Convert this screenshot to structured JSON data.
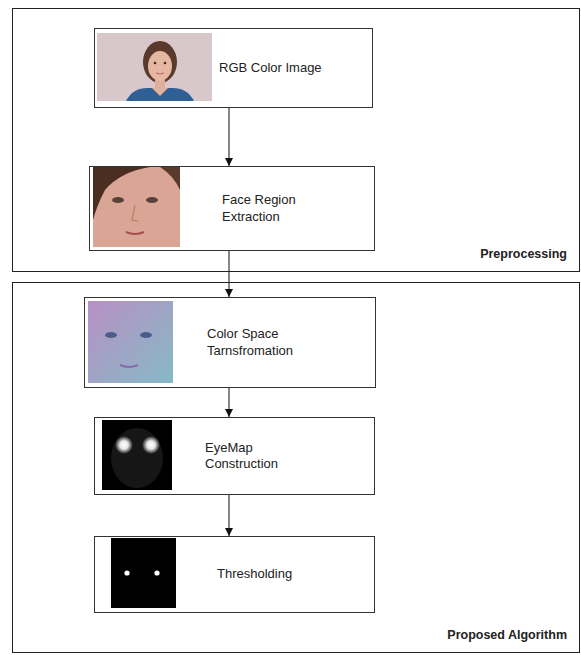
{
  "diagram": {
    "nodes": [
      {
        "text": [
          "Preprocessing"
        ]
      },
      {
        "text": [
          "RGB Color Image"
        ],
        "in": 0
      },
      {
        "text": [
          "Face Region Extraction"
        ],
        "in": 0
      },
      {
        "text": [
          "Proposed Algorithm"
        ]
      },
      {
        "text": [
          "Color Space Tarnsfromation"
        ],
        "in": 3
      },
      {
        "text": [
          "EyeMap Construction"
        ],
        "in": 3
      },
      {
        "text": [
          "Thresholding"
        ],
        "in": 3
      }
    ],
    "edges": [
      {
        "from": 1,
        "to": 2,
        "arrow": "to"
      },
      {
        "from": 2,
        "to": 4,
        "arrow": "to"
      },
      {
        "from": 4,
        "to": 5,
        "arrow": "to"
      },
      {
        "from": 5,
        "to": 6,
        "arrow": "to"
      }
    ]
  }
}
